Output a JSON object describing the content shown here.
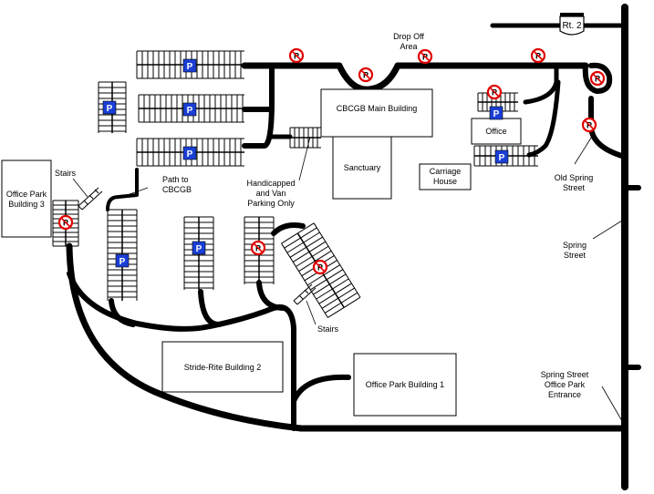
{
  "route_shield": "Rt. 2",
  "buildings": {
    "office_park_3": "Office Park Building 3",
    "cbcgb_main": "CBCGB Main Building",
    "sanctuary": "Sanctuary",
    "carriage_house": "Carriage House",
    "office": "Office",
    "stride_rite_2": "Stride-Rite Building 2",
    "office_park_1": "Office Park Building 1"
  },
  "labels": {
    "drop_off": "Drop Off Area",
    "stairs_top": "Stairs",
    "path_to_cbcgb": "Path to CBCGB",
    "handicapped": "Handicapped and Van Parking Only",
    "old_spring": "Old Spring Street",
    "spring": "Spring Street",
    "stairs_bottom": "Stairs",
    "entrance": "Spring Street Office Park Entrance"
  },
  "symbols": {
    "parking_letter": "P",
    "no_parking_letter": "P",
    "parking_color": "#1a3fd6",
    "no_parking_color": "#e00000"
  }
}
